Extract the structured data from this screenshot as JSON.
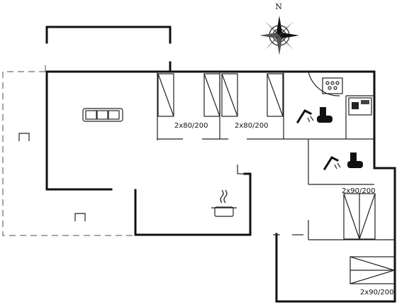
{
  "compass": {
    "north_label": "N"
  },
  "beds": {
    "room1": "2x80/200",
    "room2": "2x80/200",
    "room3": "2x90/200",
    "room4": "2x90/200"
  },
  "icons": [
    "sofa-icon",
    "cooking-pot-icon",
    "shower-icon",
    "toilet-icon",
    "sauna-stove-icon",
    "washing-machine-icon",
    "chair-icon",
    "compass-rose-icon"
  ]
}
